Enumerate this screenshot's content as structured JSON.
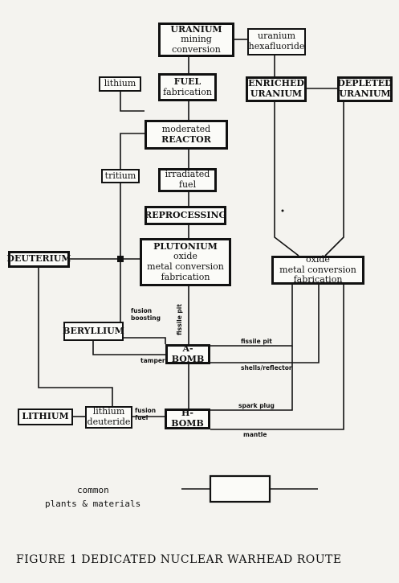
{
  "nodes": {
    "uranium_mining": {
      "lines": [
        "URANIUM",
        "mining",
        "conversion"
      ]
    },
    "uranium_hexafluoride": {
      "lines": [
        "uranium",
        "hexafluoride"
      ]
    },
    "lithium_small": {
      "lines": [
        "lithium"
      ]
    },
    "fuel_fabrication": {
      "lines": [
        "FUEL",
        "fabrication"
      ]
    },
    "enriched_uranium": {
      "lines": [
        "ENRICHED",
        "URANIUM"
      ]
    },
    "depleted_uranium": {
      "lines": [
        "DEPLETED",
        "URANIUM"
      ]
    },
    "moderated_reactor": {
      "lines": [
        "moderated",
        "REACTOR"
      ]
    },
    "tritium": {
      "lines": [
        "tritium"
      ]
    },
    "irradiated_fuel": {
      "lines": [
        "irradiated",
        "fuel"
      ]
    },
    "reprocessing": {
      "lines": [
        "REPROCESSING"
      ]
    },
    "plutonium": {
      "lines": [
        "PLUTONIUM",
        "oxide",
        "metal conversion",
        "fabrication"
      ]
    },
    "oxide_metal": {
      "lines": [
        "oxide",
        "metal conversion",
        "fabrication"
      ]
    },
    "deuterium": {
      "lines": [
        "DEUTERIUM"
      ]
    },
    "beryllium": {
      "lines": [
        "BERYLLIUM"
      ]
    },
    "a_bomb": {
      "lines": [
        "A-BOMB"
      ]
    },
    "lithium_big": {
      "lines": [
        "LITHIUM"
      ]
    },
    "lithium_deuteride": {
      "lines": [
        "lithium",
        "deuteride"
      ]
    },
    "h_bomb": {
      "lines": [
        "H-BOMB"
      ]
    }
  },
  "edge_labels": {
    "fusion_boosting": [
      "fusion",
      "boosting"
    ],
    "fissile_pit_vertical": "fissile pit",
    "fissile_pit": "fissile pit",
    "tamper": "tamper",
    "shells_reflector": "shells/reflector",
    "fusion_fuel": [
      "fusion",
      "fuel"
    ],
    "spark_plug": "spark plug",
    "mantle": "mantle"
  },
  "legend": {
    "line1": "common",
    "line2": "plants & materials"
  },
  "caption": "FIGURE 1   DEDICATED NUCLEAR WARHEAD ROUTE"
}
